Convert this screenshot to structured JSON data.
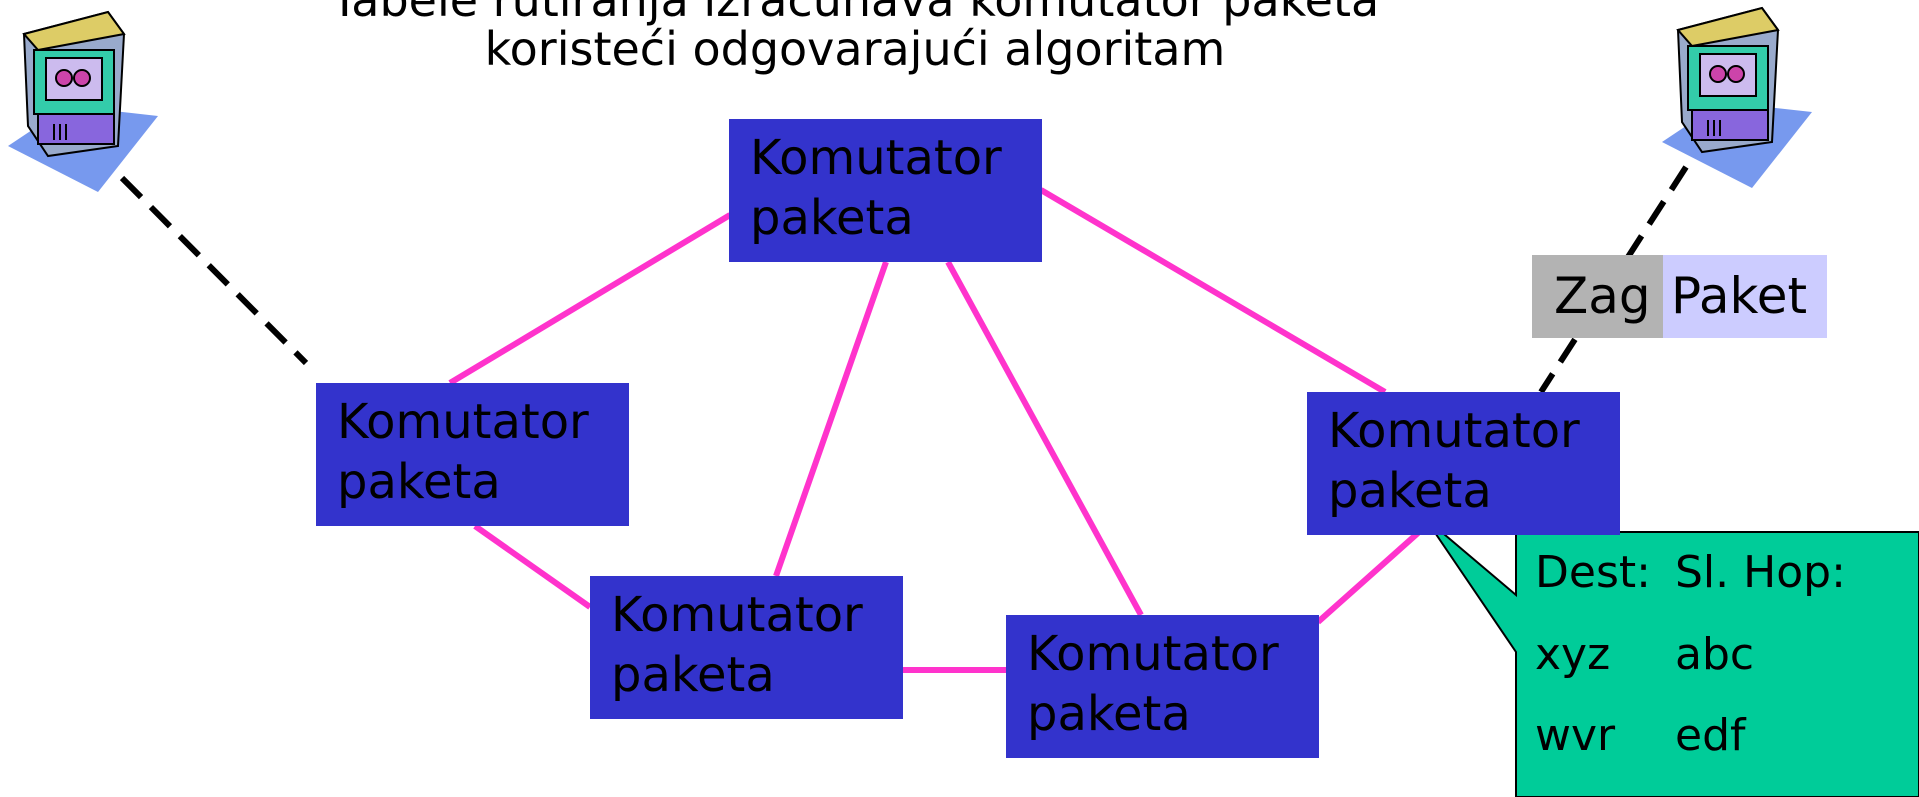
{
  "title": {
    "line1": "Tabele rutiranja izračunava komutator paketa",
    "line2": "koristeći odgovarajući algoritam"
  },
  "switches": [
    {
      "line1": "Komutator",
      "line2": "paketa"
    },
    {
      "line1": "Komutator",
      "line2": "paketa"
    },
    {
      "line1": "Komutator",
      "line2": "paketa"
    },
    {
      "line1": "Komutator",
      "line2": "paketa"
    },
    {
      "line1": "Komutator",
      "line2": "paketa"
    }
  ],
  "packet": {
    "header": "Zag",
    "payload": "Paket"
  },
  "routing_table": {
    "headers": {
      "dest": "Dest:",
      "next_hop": "Sl. Hop:"
    },
    "rows": [
      {
        "dest": "xyz",
        "next_hop": "abc"
      },
      {
        "dest": "wvr",
        "next_hop": "edf"
      }
    ]
  },
  "colors": {
    "switch_fill": "#3333cc",
    "link": "#ff33cc",
    "callout_fill": "#00cc99",
    "header_fill": "#b3b3b3",
    "payload_fill": "#ccccff",
    "host_link": "#000000"
  }
}
